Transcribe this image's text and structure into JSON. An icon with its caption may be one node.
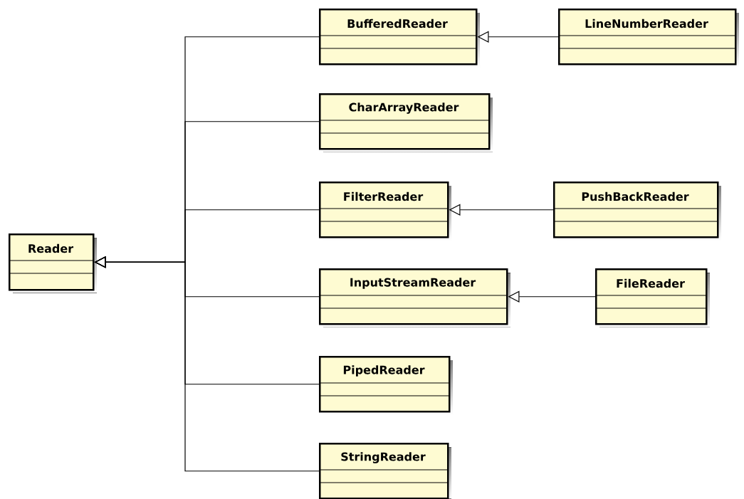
{
  "diagram": {
    "nodes": [
      {
        "text": [
          "Reader"
        ]
      },
      {
        "text": [
          "BufferedReader"
        ]
      },
      {
        "text": [
          "LineNumberReader"
        ]
      },
      {
        "text": [
          "CharArrayReader"
        ]
      },
      {
        "text": [
          "FilterReader"
        ]
      },
      {
        "text": [
          "PushBackReader"
        ]
      },
      {
        "text": [
          "InputStreamReader"
        ]
      },
      {
        "text": [
          "FileReader"
        ]
      },
      {
        "text": [
          "PipedReader"
        ]
      },
      {
        "text": [
          "StringReader"
        ]
      }
    ],
    "edges": [
      {
        "from": 1,
        "to": 0,
        "arrow": "to"
      },
      {
        "from": 3,
        "to": 0,
        "arrow": "to"
      },
      {
        "from": 4,
        "to": 0,
        "arrow": "to"
      },
      {
        "from": 6,
        "to": 0,
        "arrow": "to"
      },
      {
        "from": 8,
        "to": 0,
        "arrow": "to"
      },
      {
        "from": 9,
        "to": 0,
        "arrow": "to"
      },
      {
        "from": 2,
        "to": 1,
        "arrow": "to"
      },
      {
        "from": 5,
        "to": 4,
        "arrow": "to"
      },
      {
        "from": 7,
        "to": 6,
        "arrow": "to"
      }
    ]
  }
}
